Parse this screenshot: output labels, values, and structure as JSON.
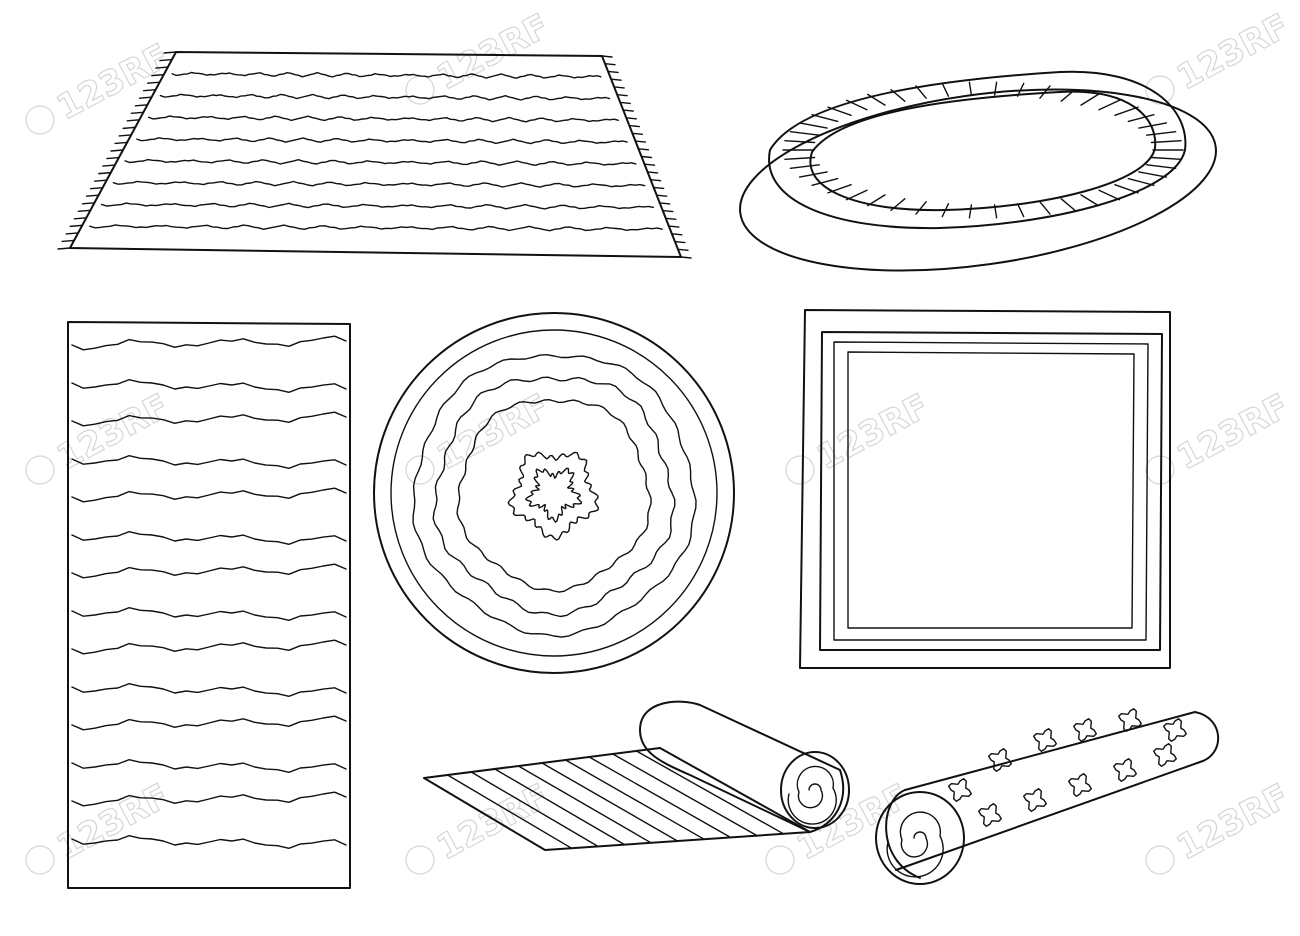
{
  "watermark": {
    "text": "123RF",
    "icon": "camera-aperture-icon",
    "color": "#d6d6d6"
  },
  "illustration": {
    "style": "black line art on white",
    "stroke_color": "#111111",
    "background_color": "#ffffff",
    "items": [
      "fringed-striped-rug",
      "oval-bordered-rug",
      "long-rectangular-rug",
      "round-rug",
      "square-bordered-rug",
      "rolled-striped-rug",
      "rolled-patterned-rug"
    ]
  }
}
